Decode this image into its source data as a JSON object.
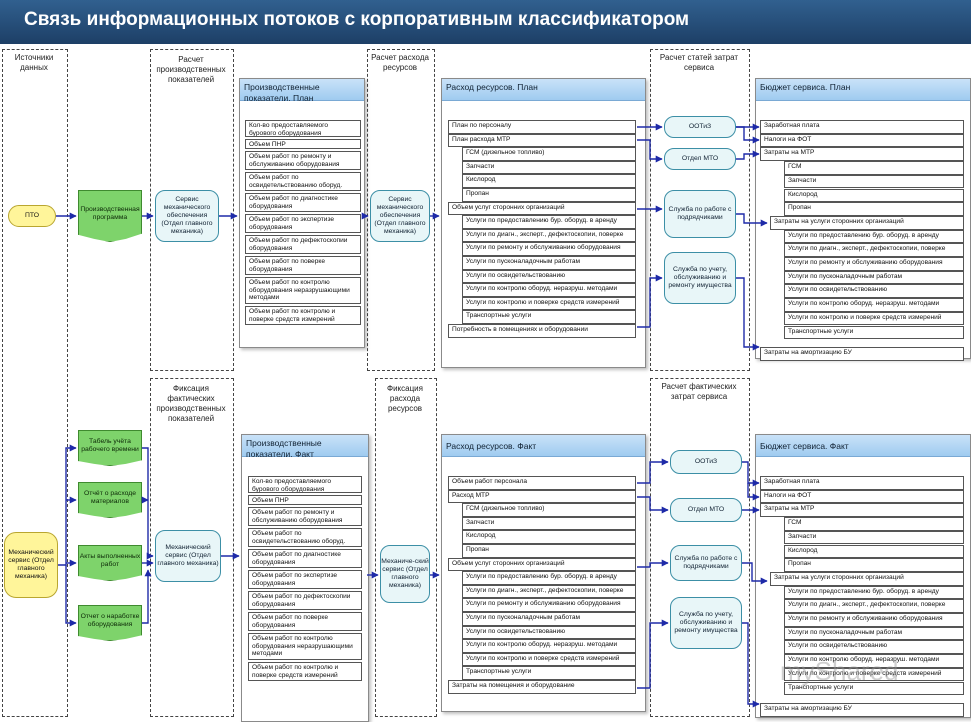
{
  "title": "Связь информационных потоков с корпоративным классификатором",
  "lanes": {
    "sources": "Источники данных",
    "calc_indicators": "Расчет производственных показателей",
    "calc_expense": "Расчет расхода ресурсов",
    "calc_costs": "Расчет статей затрат сервиса",
    "fix_indicators": "Фиксация фактических производственных показателей",
    "fix_expense": "Фиксация расхода ресурсов",
    "calc_fact_costs": "Расчет фактических затрат сервиса"
  },
  "plan": {
    "pto": "ПТО",
    "program": "Производственная программа",
    "service_left": "Сервис механического обеспечения (Отдел главного механика)",
    "service_mid": "Сервис механического обеспечения (Отдел главного механика)",
    "indicators_title": "Производственные показатели. План",
    "indicators": [
      "Кол-во предоставляемого бурового оборудования",
      "Объем ПНР",
      "Объем работ по ремонту и обслуживанию оборудования",
      "Объем работ по освидетельствованию оборуд.",
      "Объем работ по диагностике оборудования",
      "Объем работ по экспертизе оборудования",
      "Объем работ по дефектоскопии оборудования",
      "Объем работ по поверке оборудования",
      "Объем работ по контролю оборудования неразрушающими методами",
      "Объем работ по контролю и поверке средств измерений"
    ],
    "expense_title": "Расход ресурсов. План",
    "expense": [
      "План по персоналу",
      "План расхода МТР",
      "ГСМ (дизельное топливо)",
      "Запчасти",
      "Кислород",
      "Пропан",
      "Объем услуг сторонних организаций",
      "Услуги по предоставлению бур. оборуд. в аренду",
      "Услуги по диагн., эксперт., дефектоскопии, поверке",
      "Услуги по ремонту и обслуживанию оборудования",
      "Услуги по пусконаладочным работам",
      "Услуги по освидетельствованию",
      "Услуги по контролю оборуд. неразруш. методами",
      "Услуги по контролю и поверке средств измерений",
      "Транспортные услуги",
      "Потребность в помещениях и оборудовании"
    ],
    "ovals": [
      "ООТиЗ",
      "Отдел МТО",
      "Служба по работе с подрядчиками",
      "Служба по учету, обслуживанию и ремонту имущества"
    ],
    "budget_title": "Бюджет сервиса. План",
    "budget": [
      "Заработная плата",
      "Налоги на ФОТ",
      "Затраты на МТР",
      "ГСМ",
      "Запчасти",
      "Кислород",
      "Пропан",
      "Затраты на услуги сторонних организаций",
      "Услуги по предоставлению бур. оборуд. в аренду",
      "Услуги по диагн., эксперт., дефектоскопии, поверке",
      "Услуги по ремонту и обслуживанию оборудования",
      "Услуги по пусконаладочным работам",
      "Услуги по освидетельствованию",
      "Услуги по контролю оборуд. неразруш. методами",
      "Услуги по контролю и поверке средств измерений",
      "Транспортные услуги",
      "Затраты на амортизацию БУ"
    ]
  },
  "fact": {
    "mech_service": "Механический сервис (Отдел главного механика)",
    "docs": [
      "Табель учёта рабочего времени",
      "Отчёт о расходе материалов",
      "Акты выполненных работ",
      "Отчет о наработке оборудования"
    ],
    "service_left": "Механический сервис (Отдел главного механика)",
    "service_mid": "Механиче-ский сервис (Отдел главного механика)",
    "indicators_title": "Производственные показатели. Факт",
    "indicators": [
      "Кол-во предоставляемого бурового оборудования",
      "Объем ПНР",
      "Объем работ по ремонту и обслуживанию оборудования",
      "Объем работ по освидетельствованию оборуд.",
      "Объем работ по диагностике оборудования",
      "Объем работ по экспертизе оборудования",
      "Объем работ по дефектоскопии оборудования",
      "Объем работ по поверке оборудования",
      "Объем работ по контролю оборудования неразрушающими методами",
      "Объем работ по контролю и поверке средств измерений"
    ],
    "expense_title": "Расход ресурсов. Факт",
    "expense": [
      "Объем работ персонала",
      "Расход МТР",
      "ГСМ (дизельное топливо)",
      "Запчасти",
      "Кислород",
      "Пропан",
      "Объем услуг сторонних организаций",
      "Услуги по предоставлению бур. оборуд. в аренду",
      "Услуги по диагн., эксперт., дефектоскопии, поверке",
      "Услуги по ремонту и обслуживанию оборудования",
      "Услуги по пусконаладочным работам",
      "Услуги по освидетельствованию",
      "Услуги по контролю оборуд. неразруш. методами",
      "Услуги по контролю и поверке средств измерений",
      "Транспортные услуги",
      "Затраты на помещения и оборудование"
    ],
    "ovals": [
      "ООТиЗ",
      "Отдел МТО",
      "Служба по работе с подрядчиками",
      "Служба по учету, обслуживанию и ремонту имущества"
    ],
    "budget_title": "Бюджет сервиса. Факт",
    "budget": [
      "Заработная плата",
      "Налоги на ФОТ",
      "Затраты на МТР",
      "ГСМ",
      "Запчасти",
      "Кислород",
      "Пропан",
      "Затраты на услуги сторонних организаций",
      "Услуги по предоставлению бур. оборуд. в аренду",
      "Услуги по диагн., эксперт., дефектоскопии, поверке",
      "Услуги по ремонту и обслуживанию оборудования",
      "Услуги по пусконаладочным работам",
      "Услуги по освидетельствованию",
      "Услуги по контролю оборуд. неразруш. методами",
      "Услуги по контролю и поверке средств измерений",
      "Транспортные услуги",
      "Затраты на амортизацию БУ"
    ]
  },
  "watermark": "myShared",
  "colors": {
    "title_bar": "#1d3f66",
    "panel_header": "#a9d0f2",
    "green_doc": "#7ed36b",
    "yellow_node": "#fff59a",
    "arrow": "#1e2aa8"
  }
}
